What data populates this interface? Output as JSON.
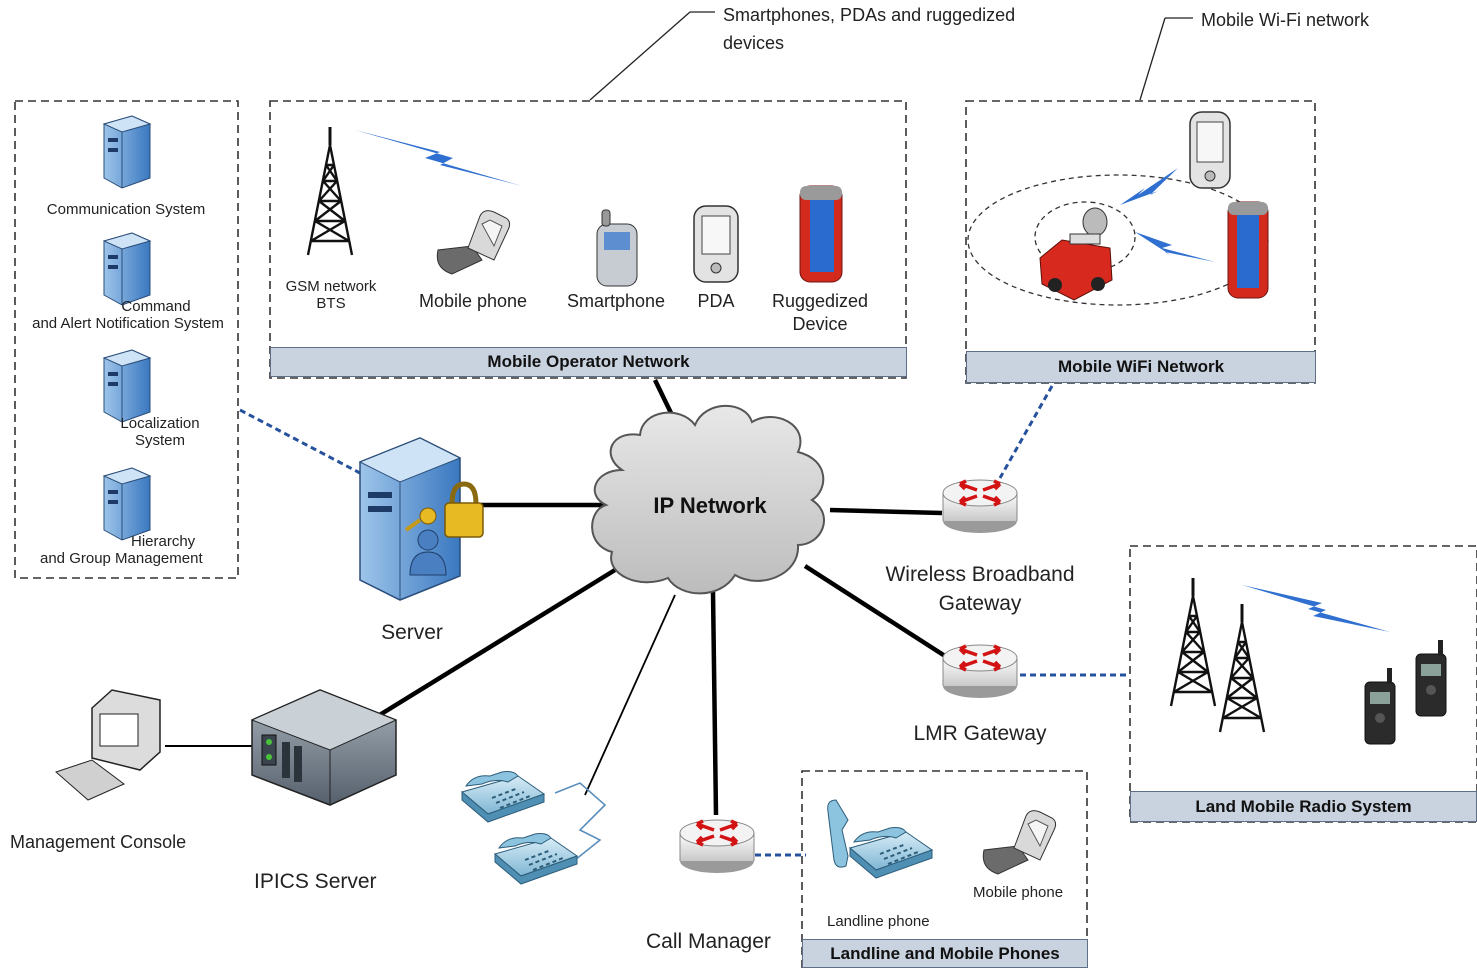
{
  "callouts": {
    "smartphones": [
      "Smartphones, PDAs and ruggedized",
      "devices"
    ],
    "wifi": "Mobile Wi-Fi network"
  },
  "left_system": {
    "items": [
      {
        "label": [
          "Communication System"
        ],
        "icon": "server-phone-icon"
      },
      {
        "label": [
          "Command",
          "and Alert Notification System"
        ],
        "icon": "server-database-icon"
      },
      {
        "label": [
          "Localization",
          "System"
        ],
        "icon": "server-globe-icon"
      },
      {
        "label": [
          "Hierarchy",
          "and Group Management"
        ],
        "icon": "server-user-icon"
      }
    ]
  },
  "mobile_operator": {
    "title": "Mobile Operator Network",
    "devices": [
      {
        "label": [
          "GSM network",
          "BTS"
        ],
        "icon": "cell-tower-icon"
      },
      {
        "label": [
          "Mobile phone"
        ],
        "icon": "flip-phone-icon"
      },
      {
        "label": [
          "Smartphone"
        ],
        "icon": "smartphone-icon"
      },
      {
        "label": [
          "PDA"
        ],
        "icon": "pda-icon"
      },
      {
        "label": [
          "Ruggedized",
          "Device"
        ],
        "icon": "rugged-device-icon"
      }
    ]
  },
  "wifi_network": {
    "title": "Mobile WiFi Network"
  },
  "core": {
    "cloud": "IP Network",
    "server": "Server",
    "wireless_gateway": [
      "Wireless Broadband",
      "Gateway"
    ],
    "lmr_gateway": "LMR Gateway",
    "ipics": "IPICS Server",
    "console": "Management Console",
    "call_manager": "Call Manager"
  },
  "lmr_system": {
    "title": "Land Mobile Radio System"
  },
  "phones": {
    "title": "Landline and Mobile Phones",
    "landline": "Landline phone",
    "mobile": "Mobile phone"
  }
}
